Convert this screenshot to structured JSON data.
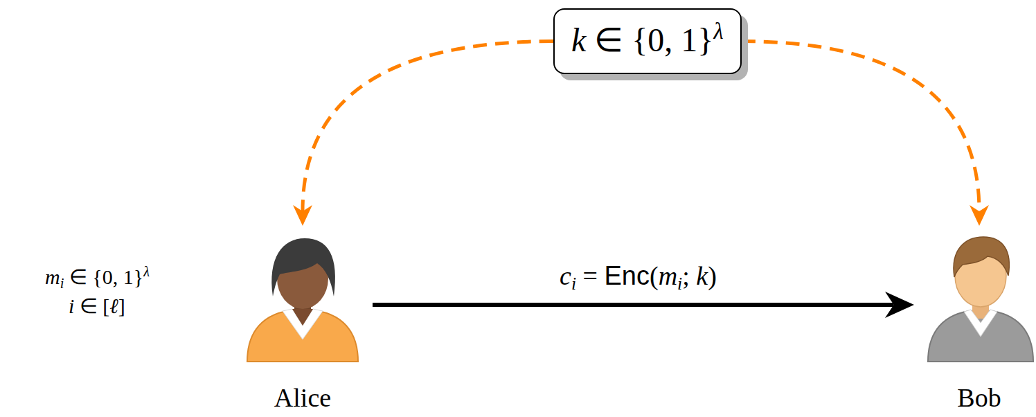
{
  "diagram": {
    "nodes": [
      {
        "text": [
          "k ∈ {0, 1}λ"
        ]
      },
      {
        "text": [
          "Alice"
        ]
      },
      {
        "text": [
          "Bob"
        ]
      }
    ],
    "edges": [
      {
        "from": 0,
        "to": 1,
        "arrow": "to"
      },
      {
        "from": 0,
        "to": 2,
        "arrow": "to"
      },
      {
        "from": 1,
        "to": 2,
        "label": "ci = Enc(mi; k)",
        "arrow": "to"
      }
    ],
    "labels": [
      "mi ∈ {0, 1}λ",
      "i ∈ [ℓ]"
    ]
  }
}
